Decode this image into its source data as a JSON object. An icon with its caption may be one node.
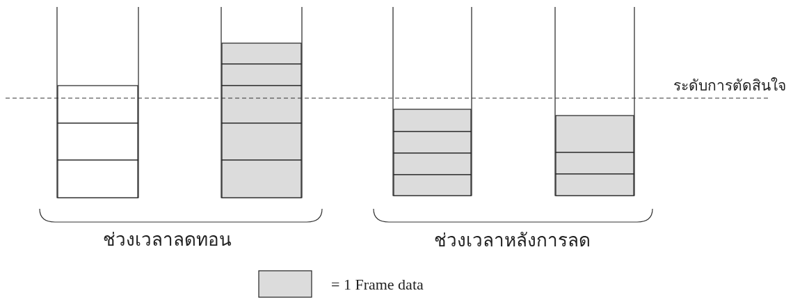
{
  "diagram": {
    "labels": [
      "ระดับการตัดสินใจ",
      "ช่วงเวลาลดทอน",
      "ช่วงเวลาหลังการลด"
    ],
    "legend": [
      {
        "text": "= 1 Frame data",
        "color": "#dcdcdc"
      }
    ]
  }
}
